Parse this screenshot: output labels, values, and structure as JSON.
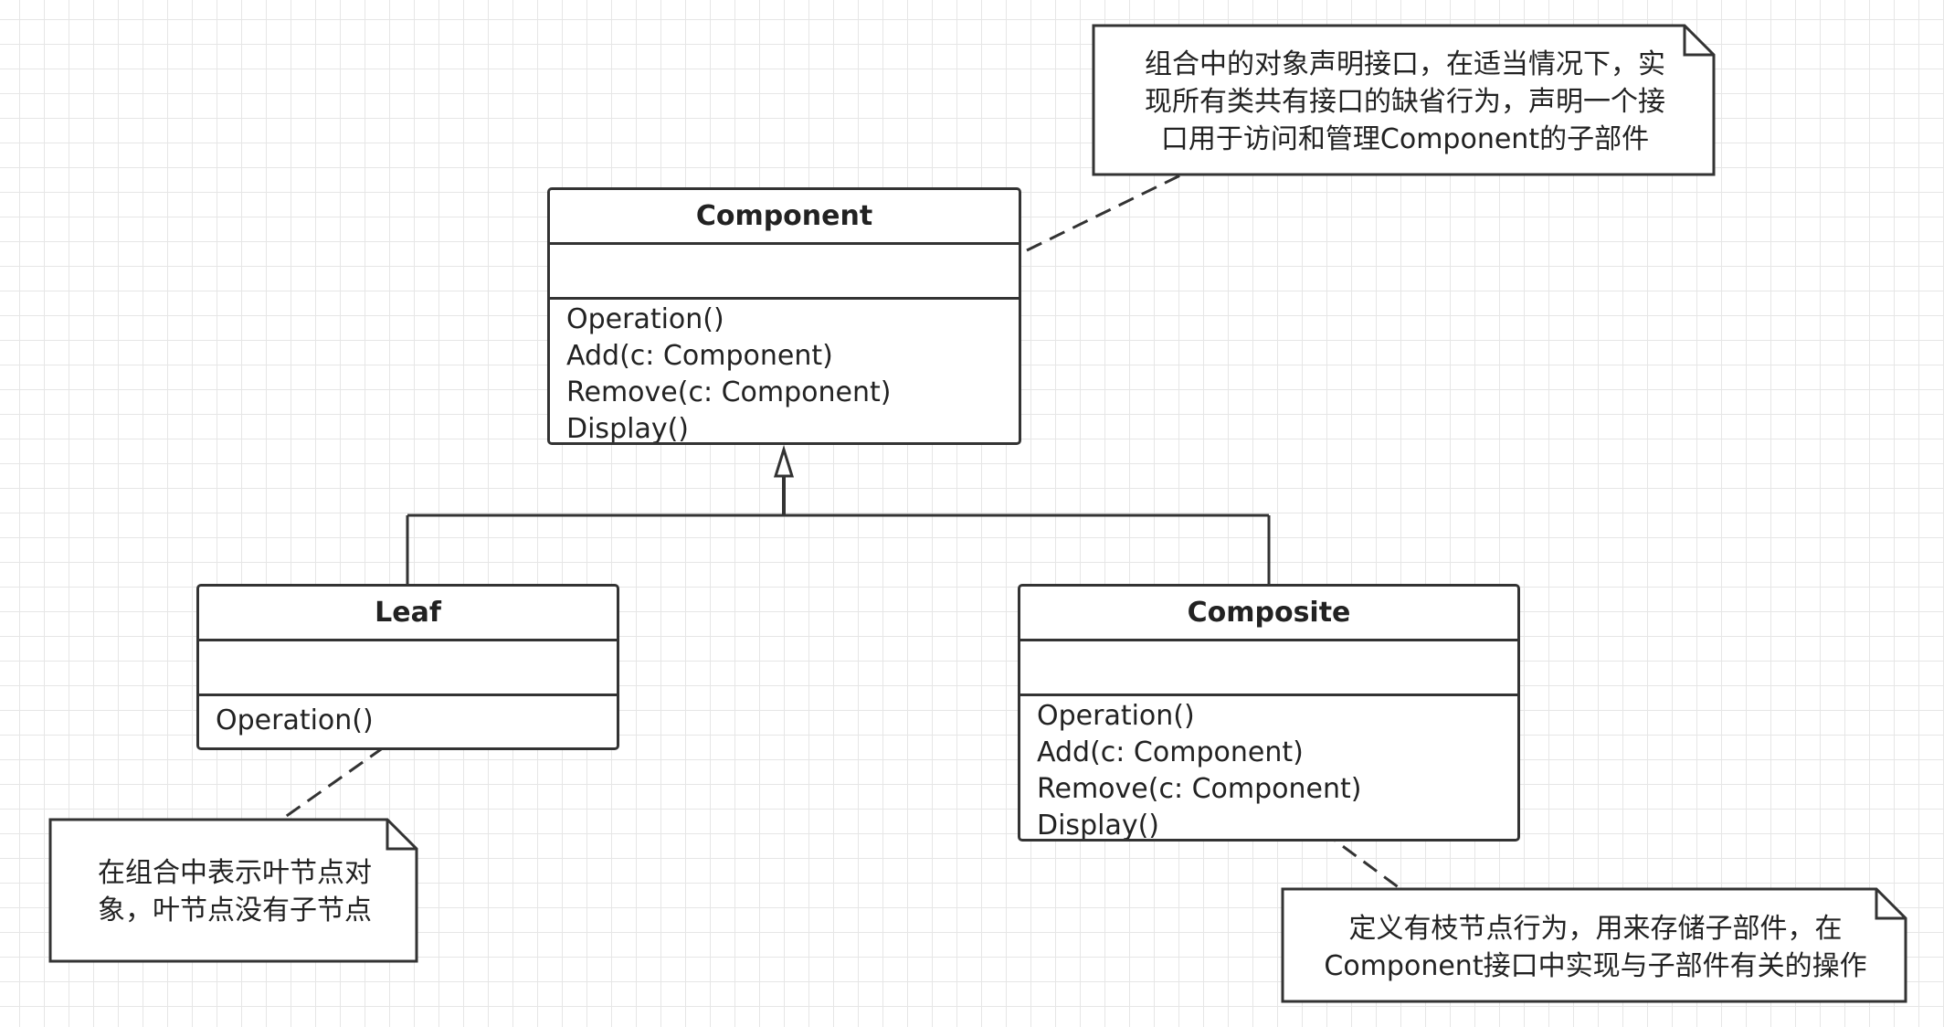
{
  "classes": {
    "component": {
      "name": "Component",
      "operations": [
        "Operation()",
        "Add(c: Component)",
        "Remove(c: Component)",
        "Display()"
      ]
    },
    "leaf": {
      "name": "Leaf",
      "operations": [
        "Operation()"
      ]
    },
    "composite": {
      "name": "Composite",
      "operations": [
        "Operation()",
        "Add(c: Component)",
        "Remove(c: Component)",
        "Display()"
      ]
    }
  },
  "notes": {
    "component": [
      "组合中的对象声明接口，在适当情况下，实",
      "现所有类共有接口的缺省行为，声明一个接",
      "口用于访问和管理Component的子部件"
    ],
    "leaf": [
      "在组合中表示叶节点对",
      "象，叶节点没有子节点"
    ],
    "composite": [
      "定义有枝节点行为，用来存储子部件，在",
      "Component接口中实现与子部件有关的操作"
    ]
  },
  "colors": {
    "line": "#333333",
    "grid": "#e6e6e6",
    "background": "#ffffff"
  }
}
